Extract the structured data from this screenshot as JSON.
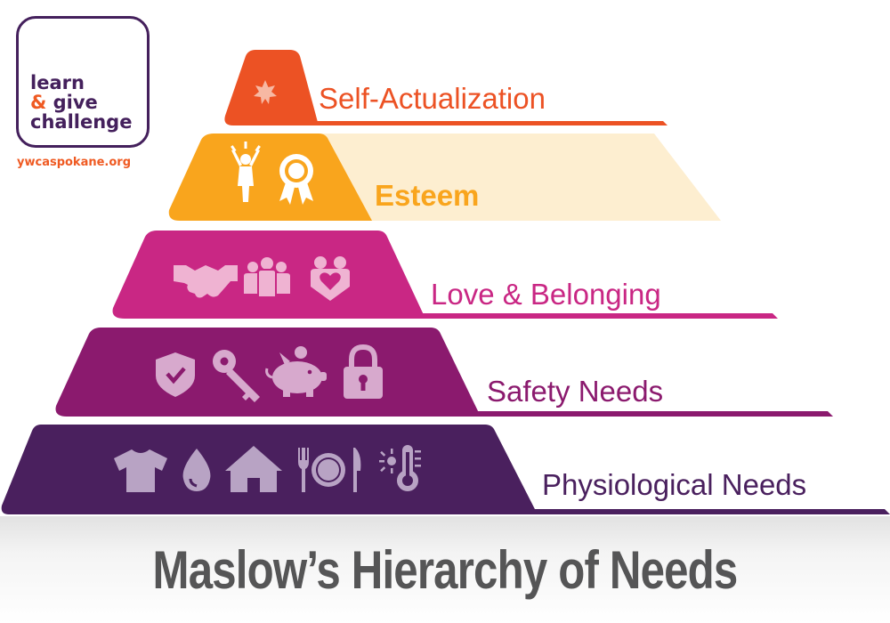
{
  "title": "Maslow’s Hierarchy of Needs",
  "logo": {
    "line1": "learn",
    "ampersand": "&",
    "line2_rest": "give",
    "line3": "challenge",
    "url": "ywcaspokane.org"
  },
  "levels": [
    {
      "label": "Self-Actualization",
      "color": "#ec5224",
      "band_color": "#ec5224",
      "label_color": "#ec5224",
      "icons": [
        "star-burst-icon"
      ]
    },
    {
      "label": "Esteem",
      "color": "#f9a51d",
      "band_color": "#fdeed0",
      "label_color": "#f9a51d",
      "icons": [
        "celebrating-person-icon",
        "award-ribbon-icon"
      ]
    },
    {
      "label": "Love & Belonging",
      "color": "#c92784",
      "band_color": "#c92784",
      "label_color": "#c92784",
      "icons": [
        "handshake-icon",
        "group-of-people-icon",
        "heart-hug-icon"
      ]
    },
    {
      "label": "Safety Needs",
      "color": "#8b1a6e",
      "band_color": "#8b1a6e",
      "label_color": "#8b1a6e",
      "icons": [
        "shield-check-icon",
        "key-icon",
        "piggy-bank-icon",
        "padlock-icon"
      ]
    },
    {
      "label": "Physiological Needs",
      "color": "#4a205e",
      "band_color": "#4a205e",
      "label_color": "#4a205e",
      "icons": [
        "tshirt-icon",
        "water-drop-icon",
        "house-icon",
        "plate-and-cutlery-icon",
        "sun-thermometer-icon"
      ]
    }
  ]
}
